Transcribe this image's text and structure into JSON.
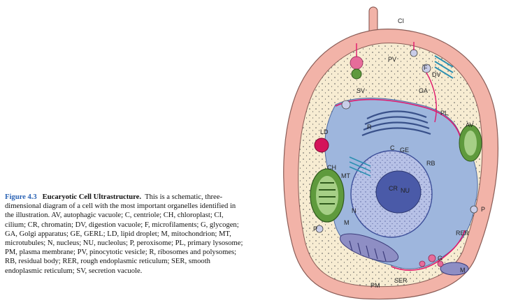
{
  "caption": {
    "figure_label": "Figure 4.3",
    "title": "Eucaryotic Cell Ultrastructure.",
    "text": "This is a schematic, three-dimensional diagram of a cell with the most important organelles identified in the illustration. AV, autophagic vacuole; C, centriole; CH, chloroplast; CI, cilium; CR, chromatin; DV, digestion vacuole; F, microfilaments; G, glycogen; GA, Golgi apparatus; GE, GERL; LD, lipid droplet; M, mitochondrion; MT, microtubules; N, nucleus; NU, nucleolus; P, peroxisome; PL, primary lysosome; PM, plasma membrane; PV, pinocytotic vesicle; R, ribosomes and polysomes; RB, residual body; RER, rough endoplasmic reticulum; SER, smooth endoplasmic reticulum; SV, secretion vacuole."
  },
  "labels": {
    "ci": "CI",
    "pv": "PV",
    "f": "F",
    "dv": "DV",
    "sv": "SV",
    "ga": "GA",
    "pl": "PL",
    "ld": "LD",
    "r": "R",
    "ge": "GE",
    "c": "C",
    "av": "AV",
    "rb": "RB",
    "ch": "CH",
    "mt": "MT",
    "nu": "NU",
    "cr": "CR",
    "n": "N",
    "p_left": "P",
    "m_left": "M",
    "p_right": "P",
    "rer": "RER",
    "g": "G",
    "m_right": "M",
    "ser": "SER",
    "pm": "PM"
  },
  "colors": {
    "cell_wall": "#f2b3a8",
    "cytoplasm": "#f7ecd2",
    "er": "#9eb6dd",
    "nucleus": "#b7c1e6",
    "nucleolus": "#4a5aa8",
    "chloroplast": "#5f9a3d",
    "mitochondrion": "#8e8ec4",
    "lysosome": "#e66c9a",
    "lipid": "#d4145a",
    "membrane_trace": "#e0186c"
  }
}
